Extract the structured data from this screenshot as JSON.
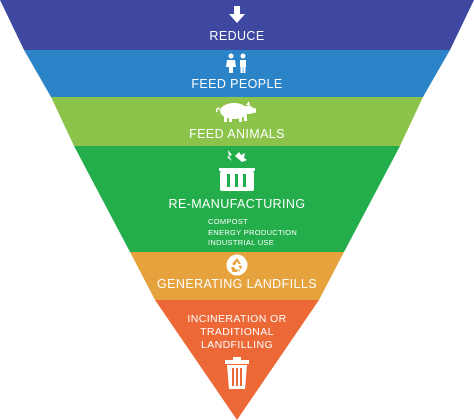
{
  "levels": [
    {
      "label": "REDUCE",
      "color": "#3f48a0",
      "icon": "down-arrow-icon"
    },
    {
      "label": "FEED PEOPLE",
      "color": "#2b84c8",
      "icon": "people-icon"
    },
    {
      "label": "FEED ANIMALS",
      "color": "#8cc34a",
      "icon": "pig-icon"
    },
    {
      "label": "RE-MANUFACTURING",
      "color": "#23ae4b",
      "icon": "recycle-bin-icon",
      "sublabels": [
        "COMPOST",
        "ENERGY PRODUCTION",
        "INDUSTRIAL USE"
      ]
    },
    {
      "label": "GENERATING LANDFILLS",
      "color": "#e6a23c",
      "icon": "recycle-icon"
    },
    {
      "label_lines": [
        "INCINERATION OR",
        "TRADITIONAL",
        "LANDFILLING"
      ],
      "color": "#ec6837",
      "icon": "trash-can-icon"
    }
  ]
}
